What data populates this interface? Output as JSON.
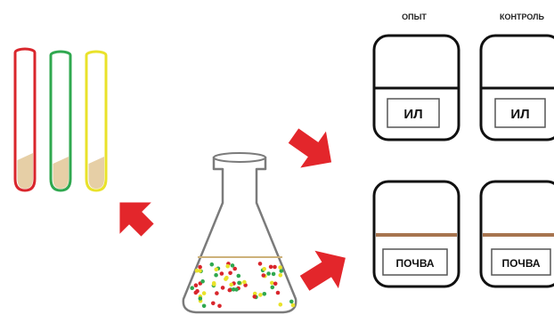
{
  "headers": {
    "experiment": "ОПЫТ",
    "control": "КОНТРОЛЬ"
  },
  "labels": {
    "silt": "ИЛ",
    "soil": "ПОЧВА"
  },
  "colors": {
    "tube_red": "#d9262c",
    "tube_green": "#2fa84f",
    "tube_yellow": "#e9e22a",
    "sediment": "#e6cfa6",
    "arrow": "#e3262b",
    "soil_line": "#a7744f",
    "flask_outline": "#7b7b7b"
  },
  "icons": {
    "tubes": "test-tube-icon",
    "flask": "conical-flask-icon",
    "arrows": "arrow-icon",
    "containers": "container-icon"
  }
}
